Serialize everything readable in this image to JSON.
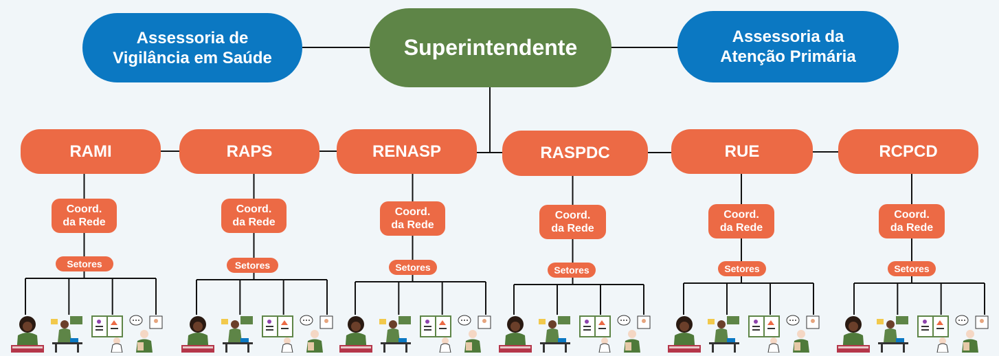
{
  "header": {
    "left_advisory": [
      "Assessoria de",
      "Vigilância em Saúde"
    ],
    "superintendent": "Superintendente",
    "right_advisory": [
      "Assessoria da",
      "Atenção Primária"
    ]
  },
  "networks": [
    {
      "name": "RAMI",
      "coord": [
        "Coord.",
        "da Rede"
      ],
      "sectors": "Setores"
    },
    {
      "name": "RAPS",
      "coord": [
        "Coord.",
        "da Rede"
      ],
      "sectors": "Setores"
    },
    {
      "name": "RENASP",
      "coord": [
        "Coord.",
        "da Rede"
      ],
      "sectors": "Setores"
    },
    {
      "name": "RASPDC",
      "coord": [
        "Coord.",
        "da Rede"
      ],
      "sectors": "Setores"
    },
    {
      "name": "RUE",
      "coord": [
        "Coord.",
        "da Rede"
      ],
      "sectors": "Setores"
    },
    {
      "name": "RCPCD",
      "coord": [
        "Coord.",
        "da Rede"
      ],
      "sectors": "Setores"
    }
  ],
  "colors": {
    "advisory": "#0b78c2",
    "superintendent": "#5e8547",
    "network": "#ec6a45",
    "line": "#111111",
    "background": "#f1f6f9"
  },
  "icons": [
    "person-working-icon",
    "person-at-desk-icon",
    "presentation-board-icon",
    "person-chatting-icon"
  ]
}
